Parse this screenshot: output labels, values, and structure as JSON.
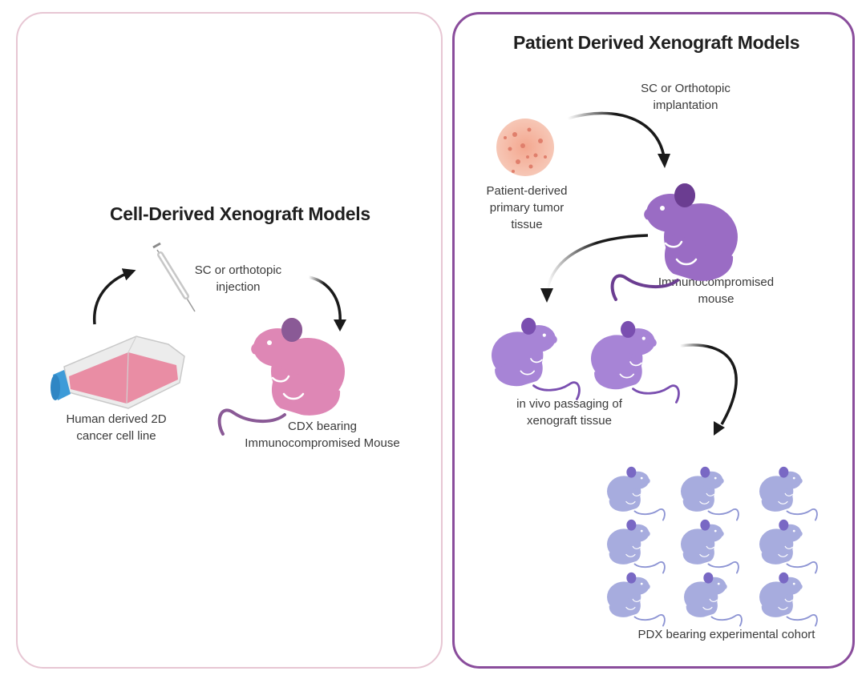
{
  "cdx": {
    "title": "Cell-Derived Xenograft Models",
    "injection_label": [
      "SC or orthotopic",
      "injection"
    ],
    "cell_line_label": [
      "Human derived 2D",
      "cancer cell line"
    ],
    "mouse_label": [
      "CDX bearing",
      "Immunocompromised Mouse"
    ]
  },
  "pdx": {
    "title": "Patient Derived Xenograft Models",
    "implant_label": [
      "SC or Orthotopic",
      "implantation"
    ],
    "tissue_label": [
      "Patient-derived",
      "primary tumor",
      "tissue"
    ],
    "mouse_label": [
      "Immunocompromised",
      "mouse"
    ],
    "passaging_label": [
      "in vivo passaging of",
      "xenograft tissue"
    ],
    "cohort_label": "PDX bearing experimental cohort"
  },
  "colors": {
    "left_border": "#e7c6d3",
    "right_border": "#8a4d9c",
    "cdx_mouse": "#de87b5",
    "cdx_ear": "#8a5a96",
    "pdx_mouse": "#9a6cc4",
    "pdx_ear": "#6b3d91",
    "passage_mouse": "#a784d6",
    "cohort_mouse": "#a7acde",
    "cohort_ear": "#7968c4",
    "flask_liquid": "#e9839c",
    "flask_cap": "#3d9bd8"
  },
  "icons": [
    "syringe-icon",
    "cell-culture-flask-icon",
    "tumor-tissue-icon",
    "mouse-icon",
    "arrow-icon"
  ]
}
